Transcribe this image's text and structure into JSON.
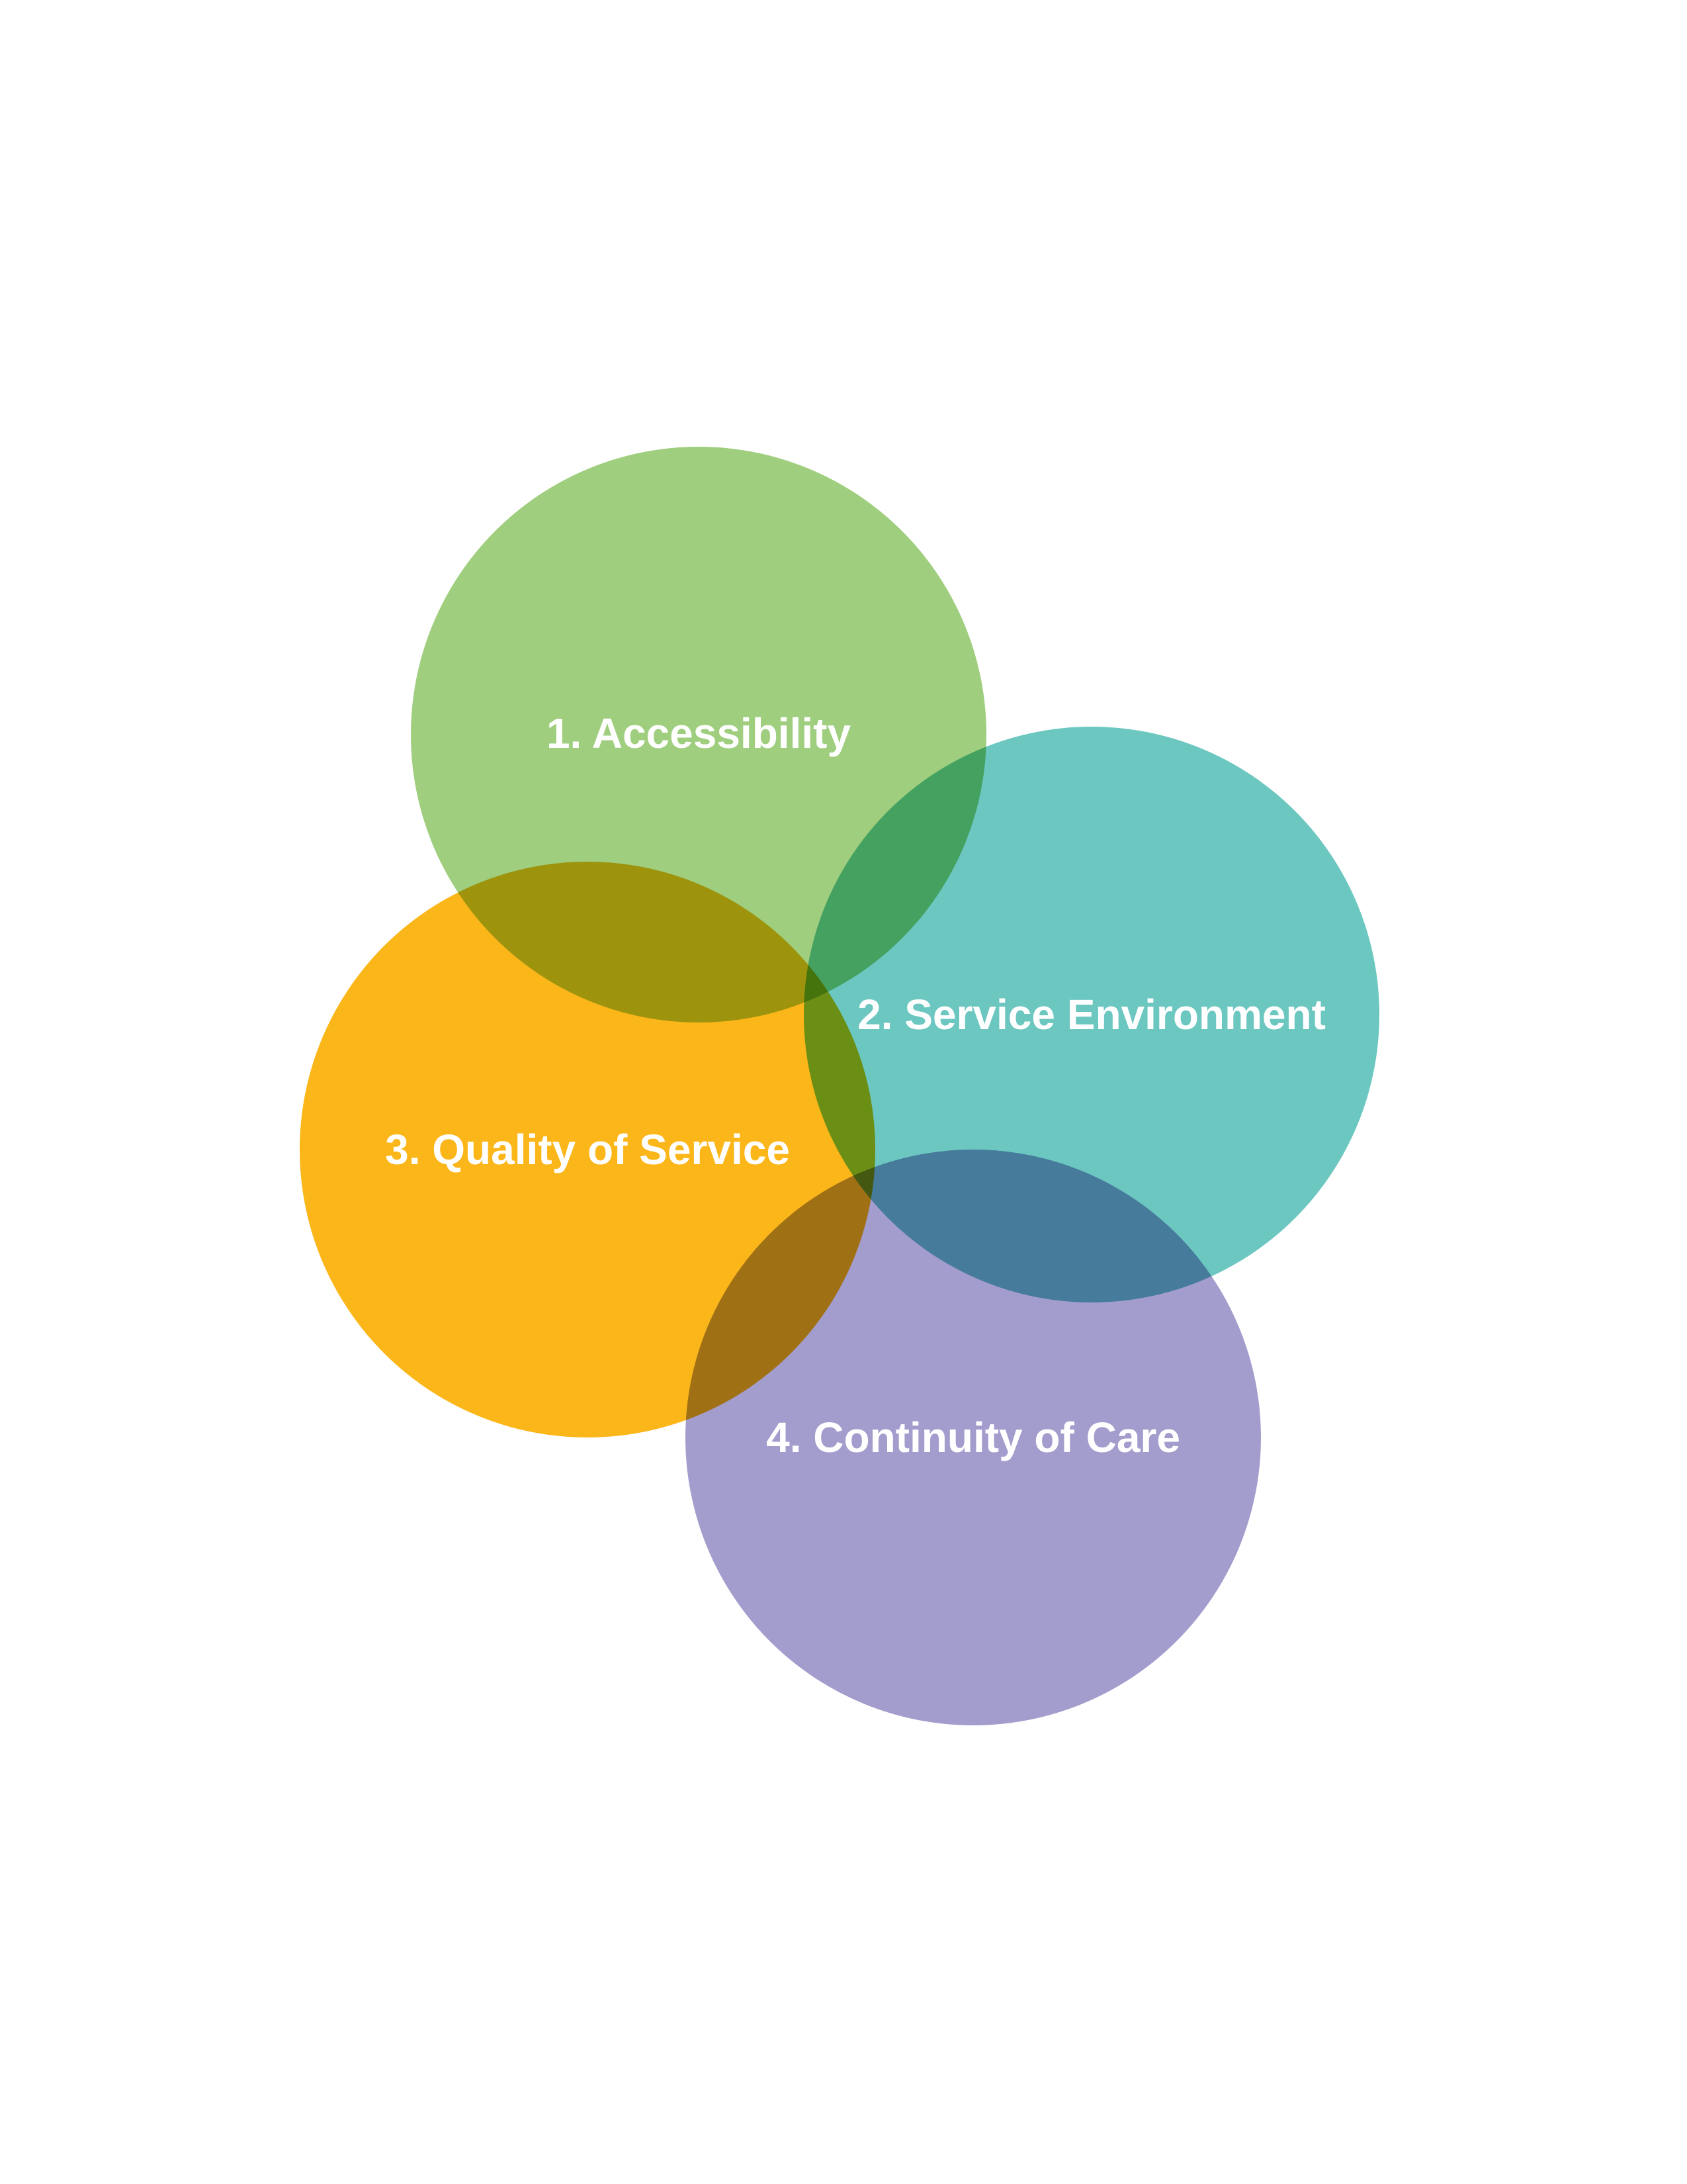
{
  "diagram": {
    "circles": [
      {
        "id": "accessibility",
        "label": "1. Accessibility",
        "color": "#8dc565"
      },
      {
        "id": "service-environment",
        "label": "2. Service Environment",
        "color": "#4fbdb5"
      },
      {
        "id": "quality-of-service",
        "label": "3. Quality of Service",
        "color": "#fbb515"
      },
      {
        "id": "continuity-of-care",
        "label": "4. Continuity of Care",
        "color": "#8f87c2"
      }
    ],
    "overlap_blend": "multiply"
  }
}
